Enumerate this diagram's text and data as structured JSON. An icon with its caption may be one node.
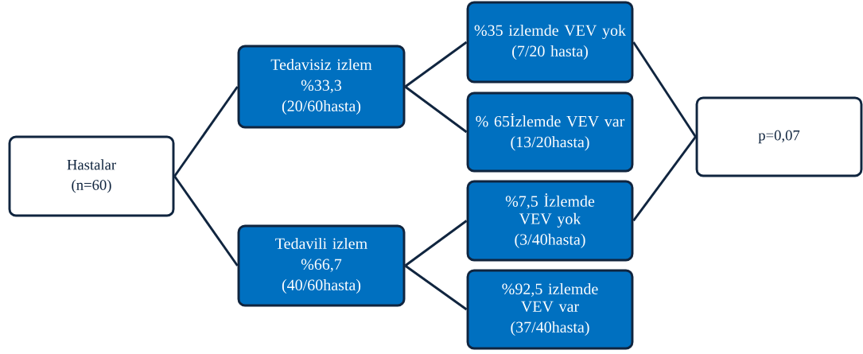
{
  "diagram": {
    "nodes": [
      {
        "text": [
          "Hastalar",
          "(n=60)"
        ]
      },
      {
        "text": [
          "Tedavisiz izlem",
          "%33,3",
          "(20/60hasta)"
        ]
      },
      {
        "text": [
          "Tedavili izlem",
          "%66,7",
          "(40/60hasta)"
        ]
      },
      {
        "text": [
          "%35 izlemde VEV yok",
          "(7/20 hasta)"
        ]
      },
      {
        "text": [
          "% 65İzlemde VEV var",
          "(13/20hasta)"
        ]
      },
      {
        "text": [
          "%7,5 İzlemde VEV yok",
          "(3/40hasta)"
        ]
      },
      {
        "text": [
          "%92,5 izlemde VEV var",
          "(37/40hasta)"
        ]
      },
      {
        "text": [
          "p=0,07"
        ]
      }
    ],
    "edges": [
      {
        "from": 0,
        "to": 1,
        "arrow": "none"
      },
      {
        "from": 0,
        "to": 2,
        "arrow": "none"
      },
      {
        "from": 1,
        "to": 3,
        "arrow": "none"
      },
      {
        "from": 1,
        "to": 4,
        "arrow": "none"
      },
      {
        "from": 2,
        "to": 5,
        "arrow": "none"
      },
      {
        "from": 2,
        "to": 6,
        "arrow": "none"
      },
      {
        "from": 3,
        "to": 7,
        "arrow": "none"
      },
      {
        "from": 5,
        "to": 7,
        "arrow": "none"
      }
    ]
  }
}
